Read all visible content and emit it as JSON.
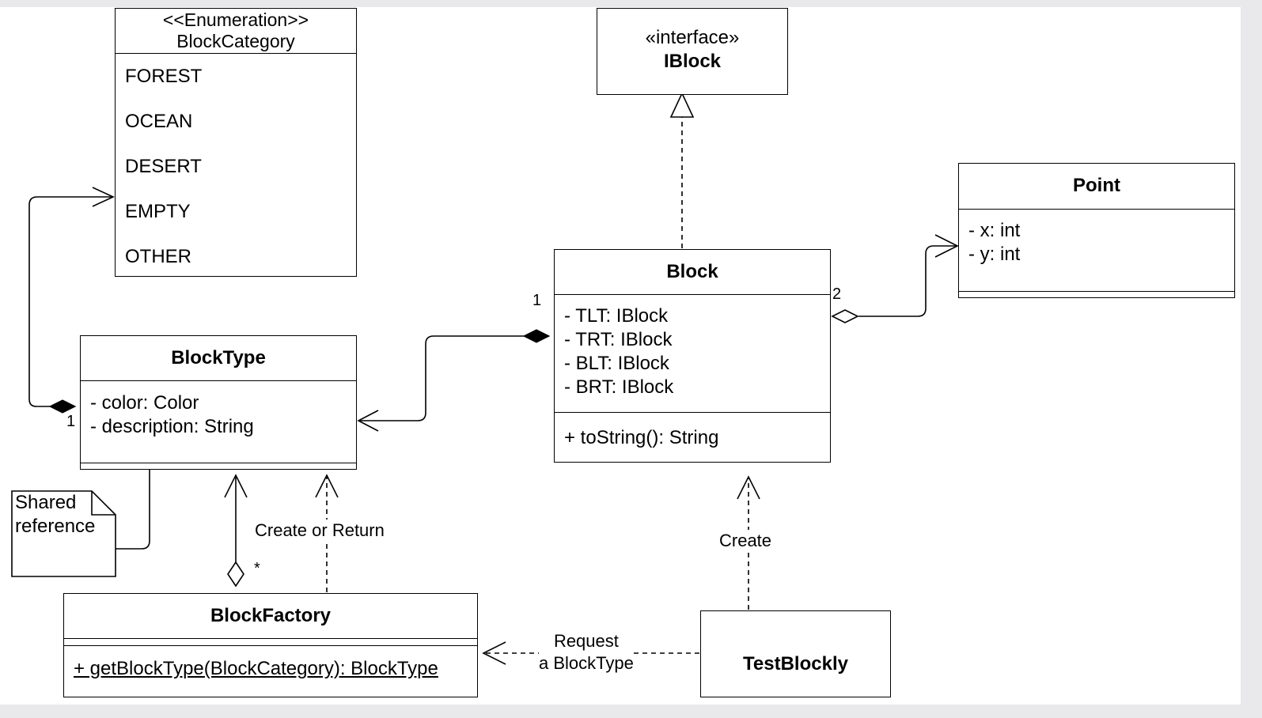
{
  "classes": {
    "block_category": {
      "stereotype": "<<Enumeration>>",
      "name": "BlockCategory",
      "literals": [
        "FOREST",
        "OCEAN",
        "DESERT",
        "EMPTY",
        "OTHER"
      ]
    },
    "iblock": {
      "stereotype": "«interface»",
      "name": "IBlock"
    },
    "point": {
      "name": "Point",
      "attributes": [
        "- x: int",
        "- y: int"
      ]
    },
    "block": {
      "name": "Block",
      "attributes": [
        "- TLT: IBlock",
        "- TRT: IBlock",
        "- BLT: IBlock",
        "- BRT: IBlock"
      ],
      "methods": [
        "+ toString(): String"
      ]
    },
    "block_type": {
      "name": "BlockType",
      "attributes": [
        "- color: Color",
        "- description: String"
      ]
    },
    "block_factory": {
      "name": "BlockFactory",
      "methods": [
        "+ getBlockType(BlockCategory): BlockType"
      ]
    },
    "test_blockly": {
      "name": "TestBlockly"
    }
  },
  "note": {
    "lines": [
      "Shared",
      "reference"
    ]
  },
  "relations": {
    "create_or_return": "Create or Return",
    "create": "Create",
    "request": [
      "Request",
      "a BlockType"
    ]
  },
  "multiplicities": {
    "blocktype_category": "1",
    "block_blocktype": "1",
    "block_point": "2",
    "factory_blocktype": "*"
  }
}
